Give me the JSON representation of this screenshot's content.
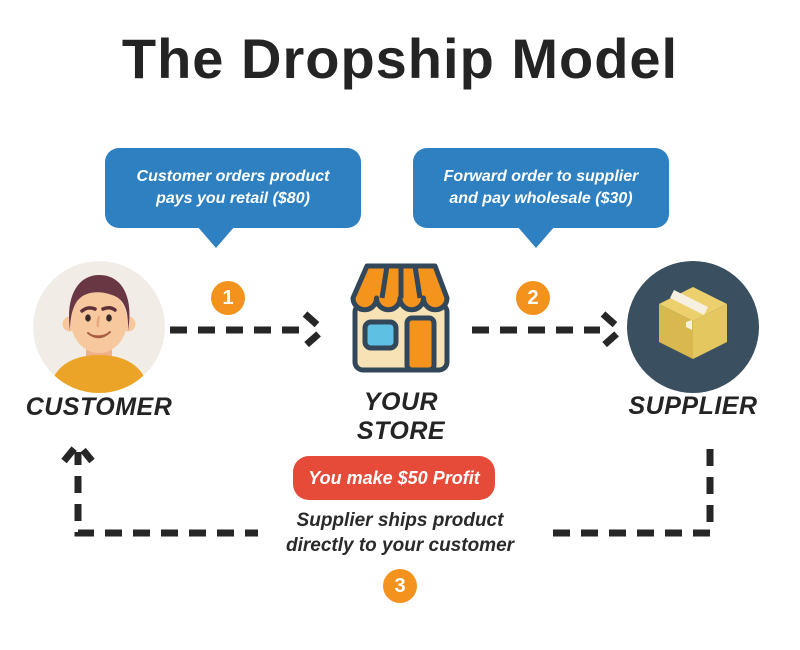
{
  "title": "The Dropship Model",
  "bubbles": [
    {
      "lines": [
        "Customer orders product",
        "pays you retail ($80)"
      ]
    },
    {
      "lines": [
        "Forward order to supplier",
        "and pay wholesale ($30)"
      ]
    }
  ],
  "steps": [
    "1",
    "2",
    "3"
  ],
  "entities": {
    "customer": {
      "label": "CUSTOMER",
      "icon": "person-avatar-icon"
    },
    "store": {
      "lines": [
        "YOUR",
        "STORE"
      ],
      "icon": "storefront-icon"
    },
    "supplier": {
      "label": "SUPPLIER",
      "icon": "package-box-icon"
    }
  },
  "profit_badge": {
    "label": "You make $50 Profit"
  },
  "shipping_note": {
    "lines": [
      "Supplier ships product",
      "directly to your customer"
    ]
  },
  "colors": {
    "bubble_blue": "#2e80c0",
    "step_orange": "#f3921d",
    "badge_red": "#e64a38",
    "supplier_navy": "#3a5060",
    "outline_navy": "#33475a",
    "text_dark": "#242424",
    "background": "#ffffff"
  }
}
